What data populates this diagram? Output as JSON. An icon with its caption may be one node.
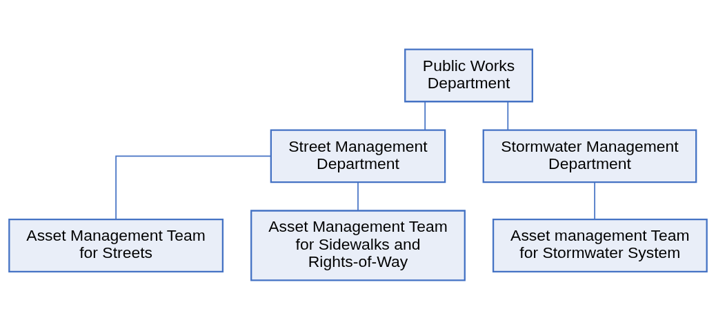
{
  "diagram": {
    "nodes": [
      {
        "text": [
          "Public Works Department"
        ]
      },
      {
        "text": [
          "Street Management Department"
        ]
      },
      {
        "text": [
          "Stormwater Management Department"
        ]
      },
      {
        "text": [
          "Asset Management Team for Streets"
        ]
      },
      {
        "text": [
          "Asset Management Team for Sidewalks and Rights-of-Way"
        ]
      },
      {
        "text": [
          "Asset management Team for Stormwater System"
        ]
      }
    ],
    "edges": [
      {
        "from": 0,
        "to": 1,
        "arrow": "none"
      },
      {
        "from": 0,
        "to": 2,
        "arrow": "none"
      },
      {
        "from": 1,
        "to": 3,
        "arrow": "none"
      },
      {
        "from": 1,
        "to": 4,
        "arrow": "none"
      },
      {
        "from": 2,
        "to": 5,
        "arrow": "none"
      }
    ]
  }
}
